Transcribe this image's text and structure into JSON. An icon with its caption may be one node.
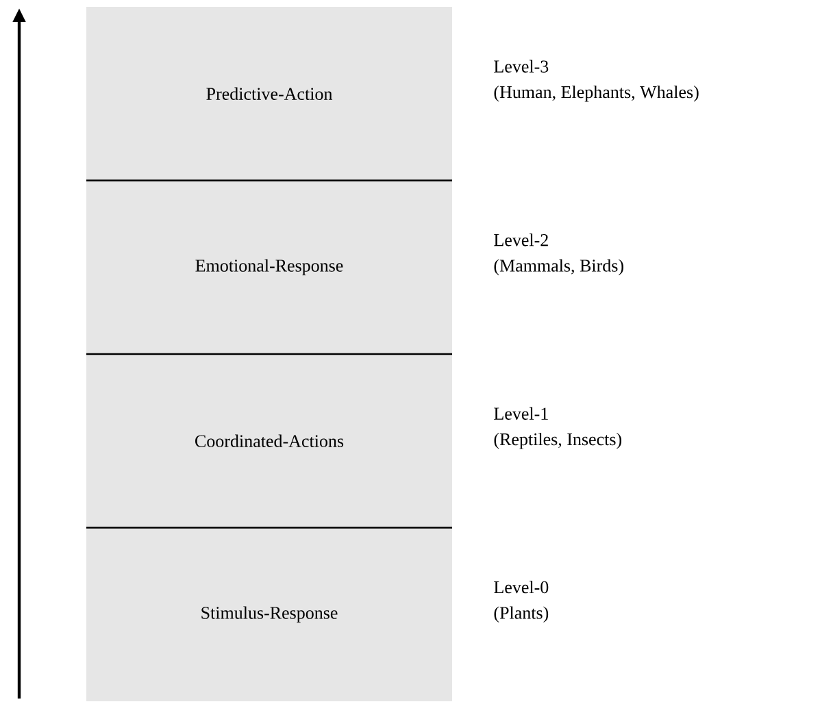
{
  "diagram": {
    "nodes": [
      {
        "text": [
          "Predictive-Action"
        ],
        "beside": [
          "Level-3",
          "(Human, Elephants, Whales)"
        ]
      },
      {
        "text": [
          "Emotional-Response"
        ],
        "beside": [
          "Level-2",
          "(Mammals, Birds)"
        ]
      },
      {
        "text": [
          "Coordinated-Actions"
        ],
        "beside": [
          "Level-1",
          "(Reptiles, Insects)"
        ]
      },
      {
        "text": [
          "Stimulus-Response"
        ],
        "beside": [
          "Level-0",
          "(Plants)"
        ]
      }
    ]
  }
}
